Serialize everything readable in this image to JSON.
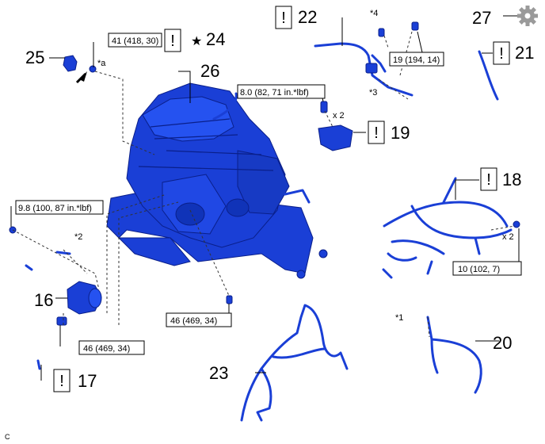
{
  "callouts": {
    "c16": "16",
    "c17": "17",
    "c18": "18",
    "c19": "19",
    "c20": "20",
    "c21": "21",
    "c22": "22",
    "c23": "23",
    "c24": "24",
    "c25": "25",
    "c26": "26",
    "c27": "27"
  },
  "notes": {
    "n1": "*1",
    "n2": "*2",
    "n3": "*3",
    "n4": "*4",
    "na": "*a",
    "x2a": "x 2",
    "x2b": "x 2"
  },
  "torques": {
    "t41": "41 (418, 30)",
    "t19": "19 (194, 14)",
    "t8": "8.0 (82, 71 in.*lbf)",
    "t98": "9.8 (100, 87 in.*lbf)",
    "t10": "10 (102, 7)",
    "t46a": "46 (469, 34)",
    "t46b": "46 (469, 34)"
  },
  "symbols": {
    "caution": "!",
    "star": "★",
    "corner": "C"
  },
  "colors": {
    "part_blue": "#1a3fd6",
    "part_dark": "#0a1f8a",
    "gear": "#9a9a9a"
  }
}
